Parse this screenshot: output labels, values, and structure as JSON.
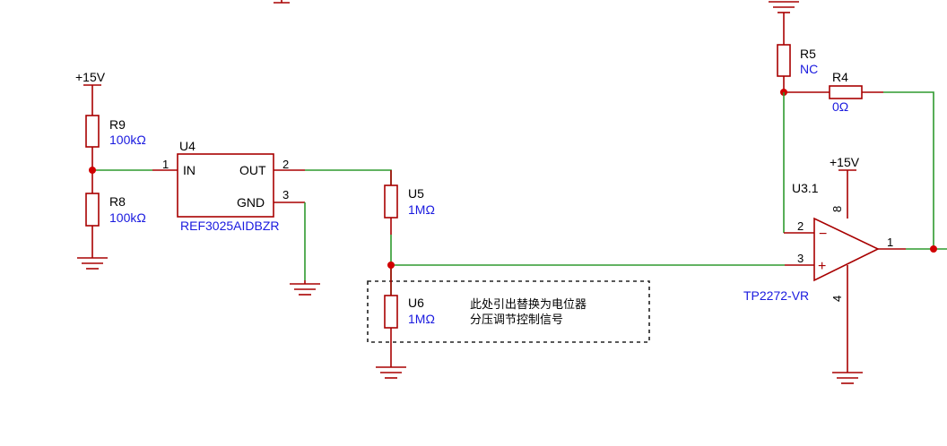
{
  "power": {
    "left_rail": "+15V",
    "opamp_rail": "+15V"
  },
  "r9": {
    "designator": "R9",
    "value": "100kΩ"
  },
  "r8": {
    "designator": "R8",
    "value": "100kΩ"
  },
  "u4": {
    "designator": "U4",
    "part": "REF3025AIDBZR",
    "pin_in_label": "IN",
    "pin_out_label": "OUT",
    "pin_gnd_label": "GND",
    "pin1": "1",
    "pin2": "2",
    "pin3": "3"
  },
  "u5": {
    "designator": "U5",
    "value": "1MΩ"
  },
  "u6": {
    "designator": "U6",
    "value": "1MΩ"
  },
  "note": {
    "line1": "此处引出替换为电位器",
    "line2": "分压调节控制信号"
  },
  "r5": {
    "designator": "R5",
    "value": "NC"
  },
  "r4": {
    "designator": "R4",
    "value": "0Ω"
  },
  "u3": {
    "designator": "U3.1",
    "part": "TP2272-VR",
    "pin_inv": "2",
    "pin_noninv": "3",
    "pin_out": "1",
    "pin_vcc": "8",
    "pin_gnd": "4",
    "minus_sign": "−",
    "plus_sign": "+"
  },
  "colors": {
    "wire": "#2e9a2e",
    "component": "#a80000",
    "junction": "#d00000",
    "value_text": "#1a1adf"
  }
}
